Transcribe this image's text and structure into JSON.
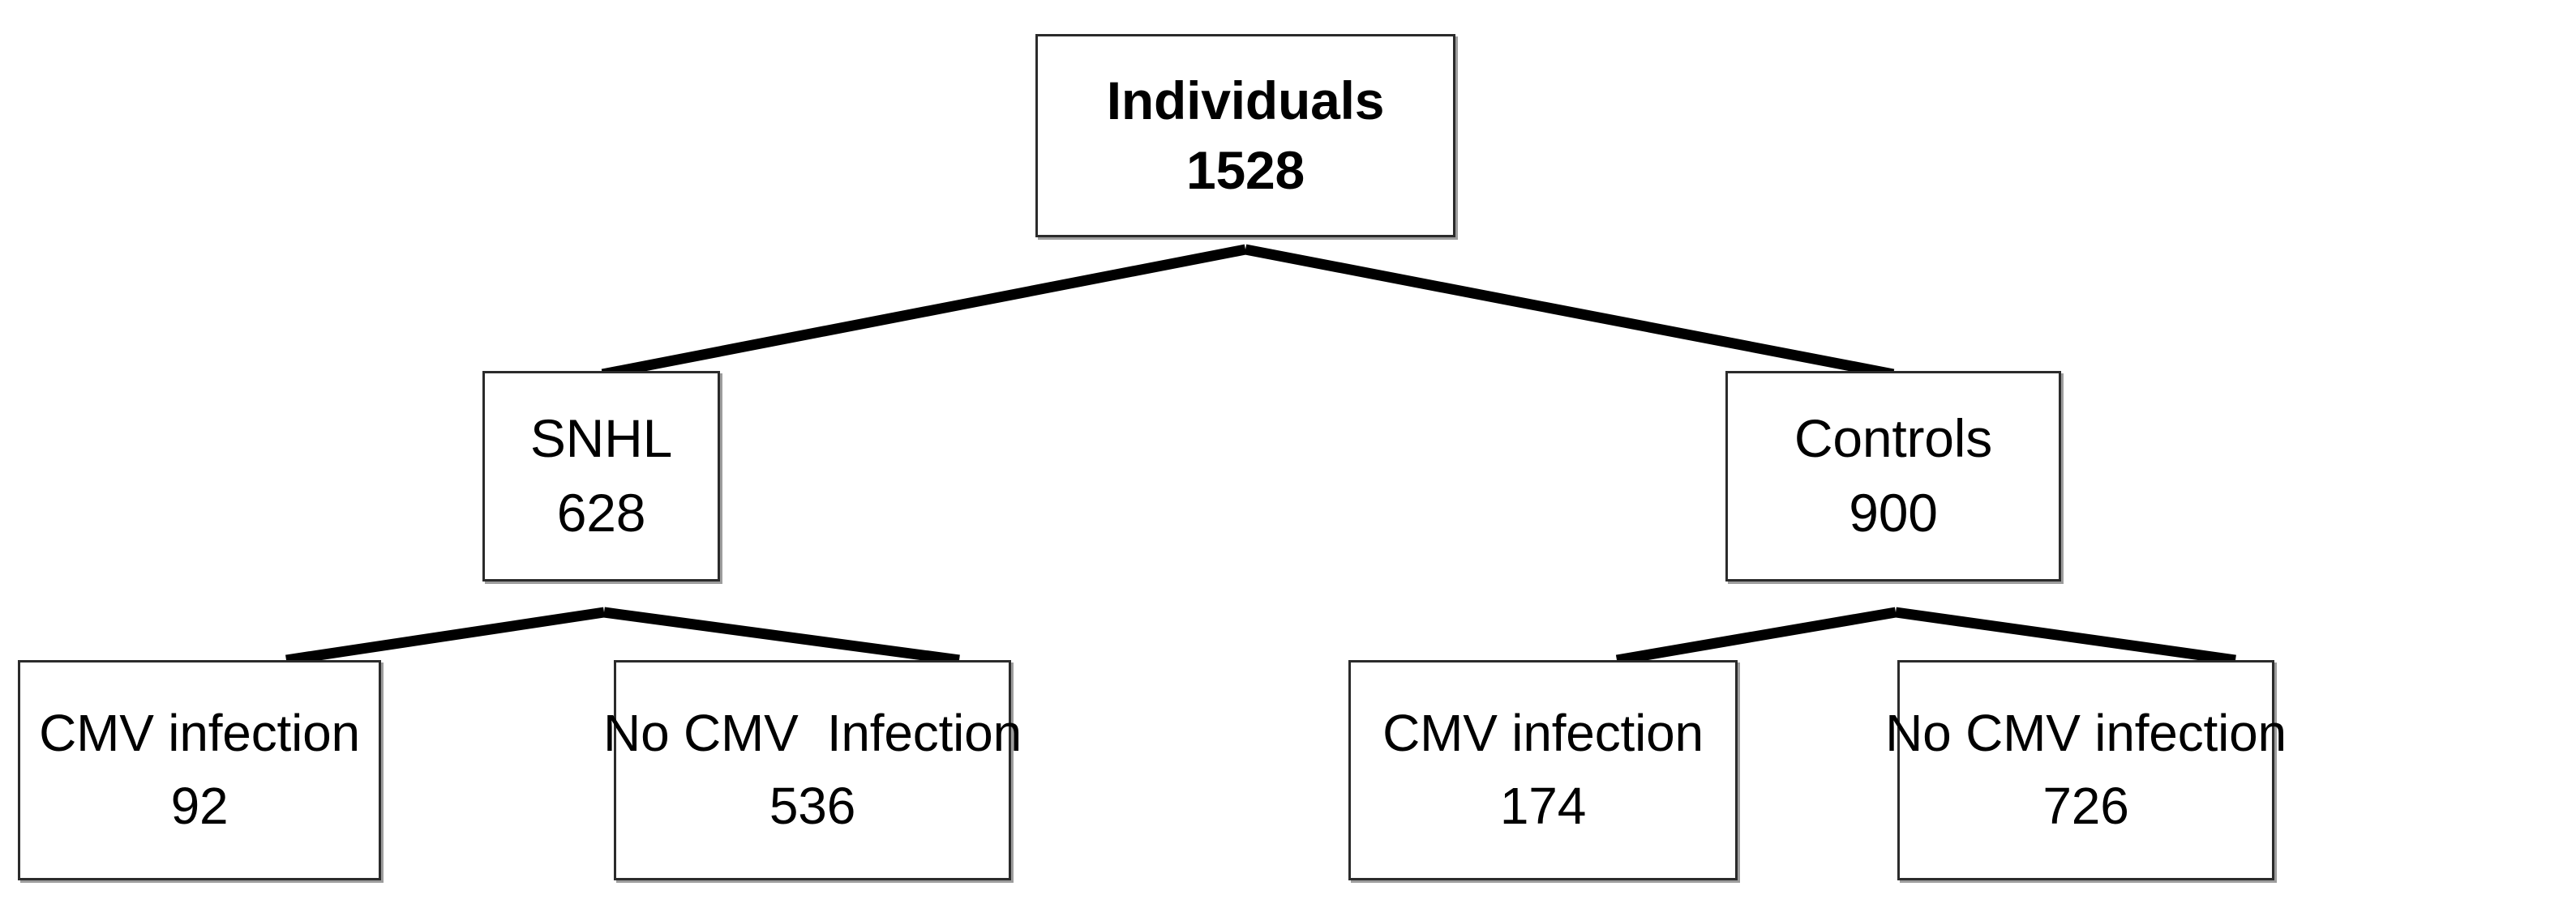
{
  "figure": {
    "type": "flowchart",
    "orientation": "top-down",
    "background_color": "#ffffff",
    "box_border_color": "#2b2b2b",
    "connector_color": "#000000"
  },
  "nodes": {
    "root": {
      "label": "Individuals",
      "value": "1528",
      "bold": true
    },
    "level2": [
      {
        "label": "SNHL",
        "value": "628"
      },
      {
        "label": "Controls",
        "value": "900"
      }
    ],
    "level3": [
      {
        "label": "CMV infection",
        "value": "92"
      },
      {
        "label": "No CMV  Infection",
        "value": "536"
      },
      {
        "label": "CMV infection",
        "value": "174"
      },
      {
        "label": "No CMV infection",
        "value": "726"
      }
    ]
  },
  "chart_data": {
    "type": "tree",
    "title": "Individuals 1528",
    "root": {
      "name": "Individuals",
      "count": 1528,
      "children": [
        {
          "name": "SNHL",
          "count": 628,
          "children": [
            {
              "name": "CMV infection",
              "count": 92
            },
            {
              "name": "No CMV  Infection",
              "count": 536
            }
          ]
        },
        {
          "name": "Controls",
          "count": 900,
          "children": [
            {
              "name": "CMV infection",
              "count": 174
            },
            {
              "name": "No CMV infection",
              "count": 726
            }
          ]
        }
      ]
    }
  }
}
